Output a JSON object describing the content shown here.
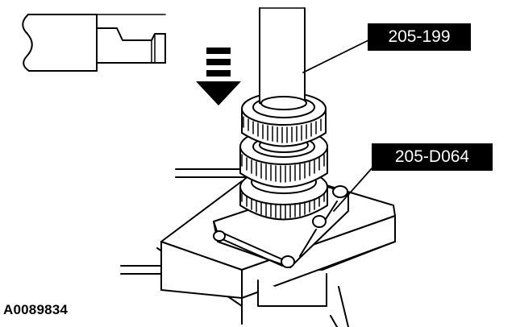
{
  "callouts": {
    "upper_tool": "205-199",
    "lower_tool": "205-D064"
  },
  "figure_id": "A0089834",
  "icons": {
    "press_direction": "down-arrow-icon"
  },
  "colors": {
    "ink": "#000000",
    "paper": "#ffffff"
  }
}
